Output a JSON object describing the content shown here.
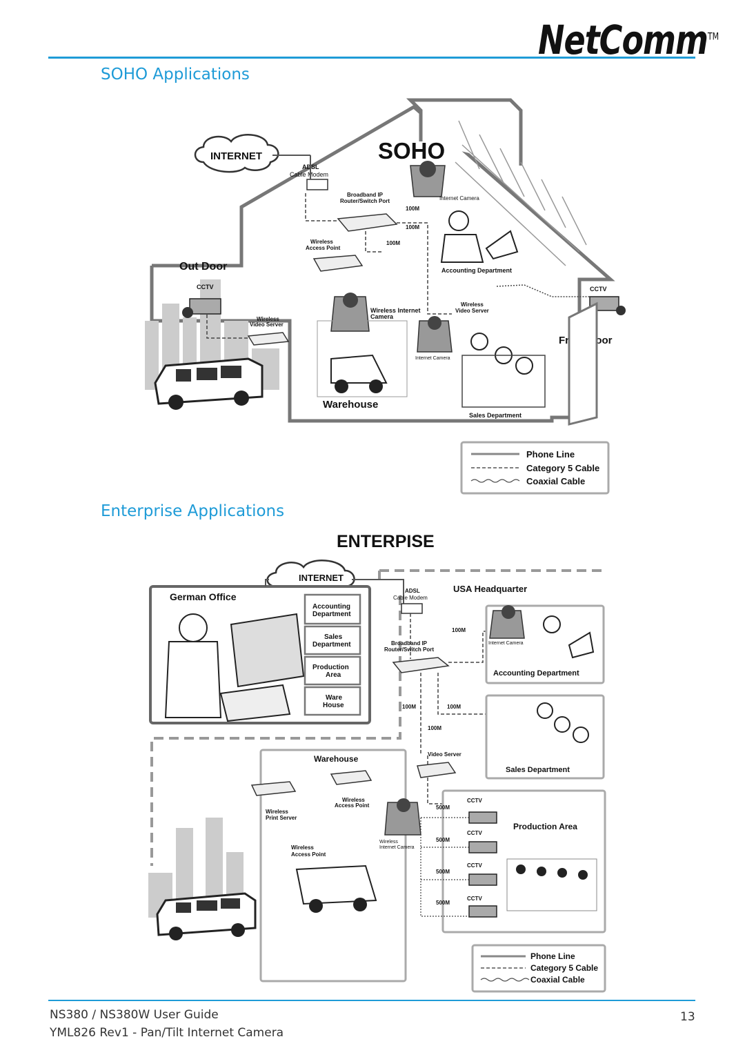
{
  "header": {
    "logo": "NetComm",
    "trademark": "TM"
  },
  "sections": [
    {
      "title": "SOHO Applications"
    },
    {
      "title": "Enterprise Applications"
    }
  ],
  "soho": {
    "heading": "SOHO",
    "labels": {
      "internet": "INTERNET",
      "adsl": "ADSL",
      "cable_modem": "Cable Modem",
      "router": "Broadband IP",
      "router2": "Router/Switch Port",
      "internet_camera": "Internet Camera",
      "m100a": "100M",
      "m100b": "100M",
      "m100c": "100M",
      "wireless_ap": "Wireless",
      "wireless_ap2": "Access Point",
      "out_door": "Out Door",
      "cctv_left": "CCTV",
      "cctv_right": "CCTV",
      "accounting": "Accounting Department",
      "wireless_cam": "Wireless Internet",
      "wireless_cam2": "Camera",
      "wireless_vs": "Wireless",
      "wireless_vs2": "Video Server",
      "wireless_vs_out": "Wireless",
      "wireless_vs_out2": "Video Server",
      "front_door": "Front Door",
      "internet_camera2": "Internet Camera",
      "warehouse": "Warehouse",
      "sales": "Sales Department"
    },
    "legend": [
      "Phone Line",
      "Category 5 Cable",
      "Coaxial Cable"
    ]
  },
  "enterprise": {
    "heading": "ENTERPISE",
    "labels": {
      "internet": "INTERNET",
      "german_office": "German Office",
      "adsl": "ADSL",
      "cable_modem": "Cable Modem",
      "usa_hq": "USA Headquarter",
      "router": "Broadband IP",
      "router2": "Router/Switch Port",
      "m100a": "100M",
      "m100b": "100M",
      "m100c": "100M",
      "m100d": "100M",
      "internet_camera": "Internet Camera",
      "accounting": "Accounting Department",
      "sales": "Sales Department",
      "warehouse": "Warehouse",
      "video_server": "Video Server",
      "wireless_ap": "Wireless",
      "wireless_ap2": "Access Point",
      "wireless_ps": "Wireless",
      "wireless_ps2": "Print Server",
      "wireless_ap3": "Wireless",
      "wireless_ap4": "Access Point",
      "wireless_cam": "Wireless",
      "wireless_cam2": "Internet Camera",
      "production": "Production Area",
      "cctv1": "CCTV",
      "cctv2": "CCTV",
      "cctv3": "CCTV",
      "cctv4": "CCTV",
      "m500a": "500M",
      "m500b": "500M",
      "m500c": "500M",
      "m500d": "500M"
    },
    "office_list": [
      [
        "Accounting",
        "Department"
      ],
      [
        "Sales",
        "Department"
      ],
      [
        "Production",
        "Area"
      ],
      [
        "Ware",
        "House"
      ]
    ],
    "legend": [
      "Phone Line",
      "Category 5 Cable",
      "Coaxial Cable"
    ]
  },
  "footer": {
    "guide": "NS380 / NS380W User Guide",
    "model": "YML826 Rev1 - Pan/Tilt Internet Camera",
    "page": "13"
  }
}
